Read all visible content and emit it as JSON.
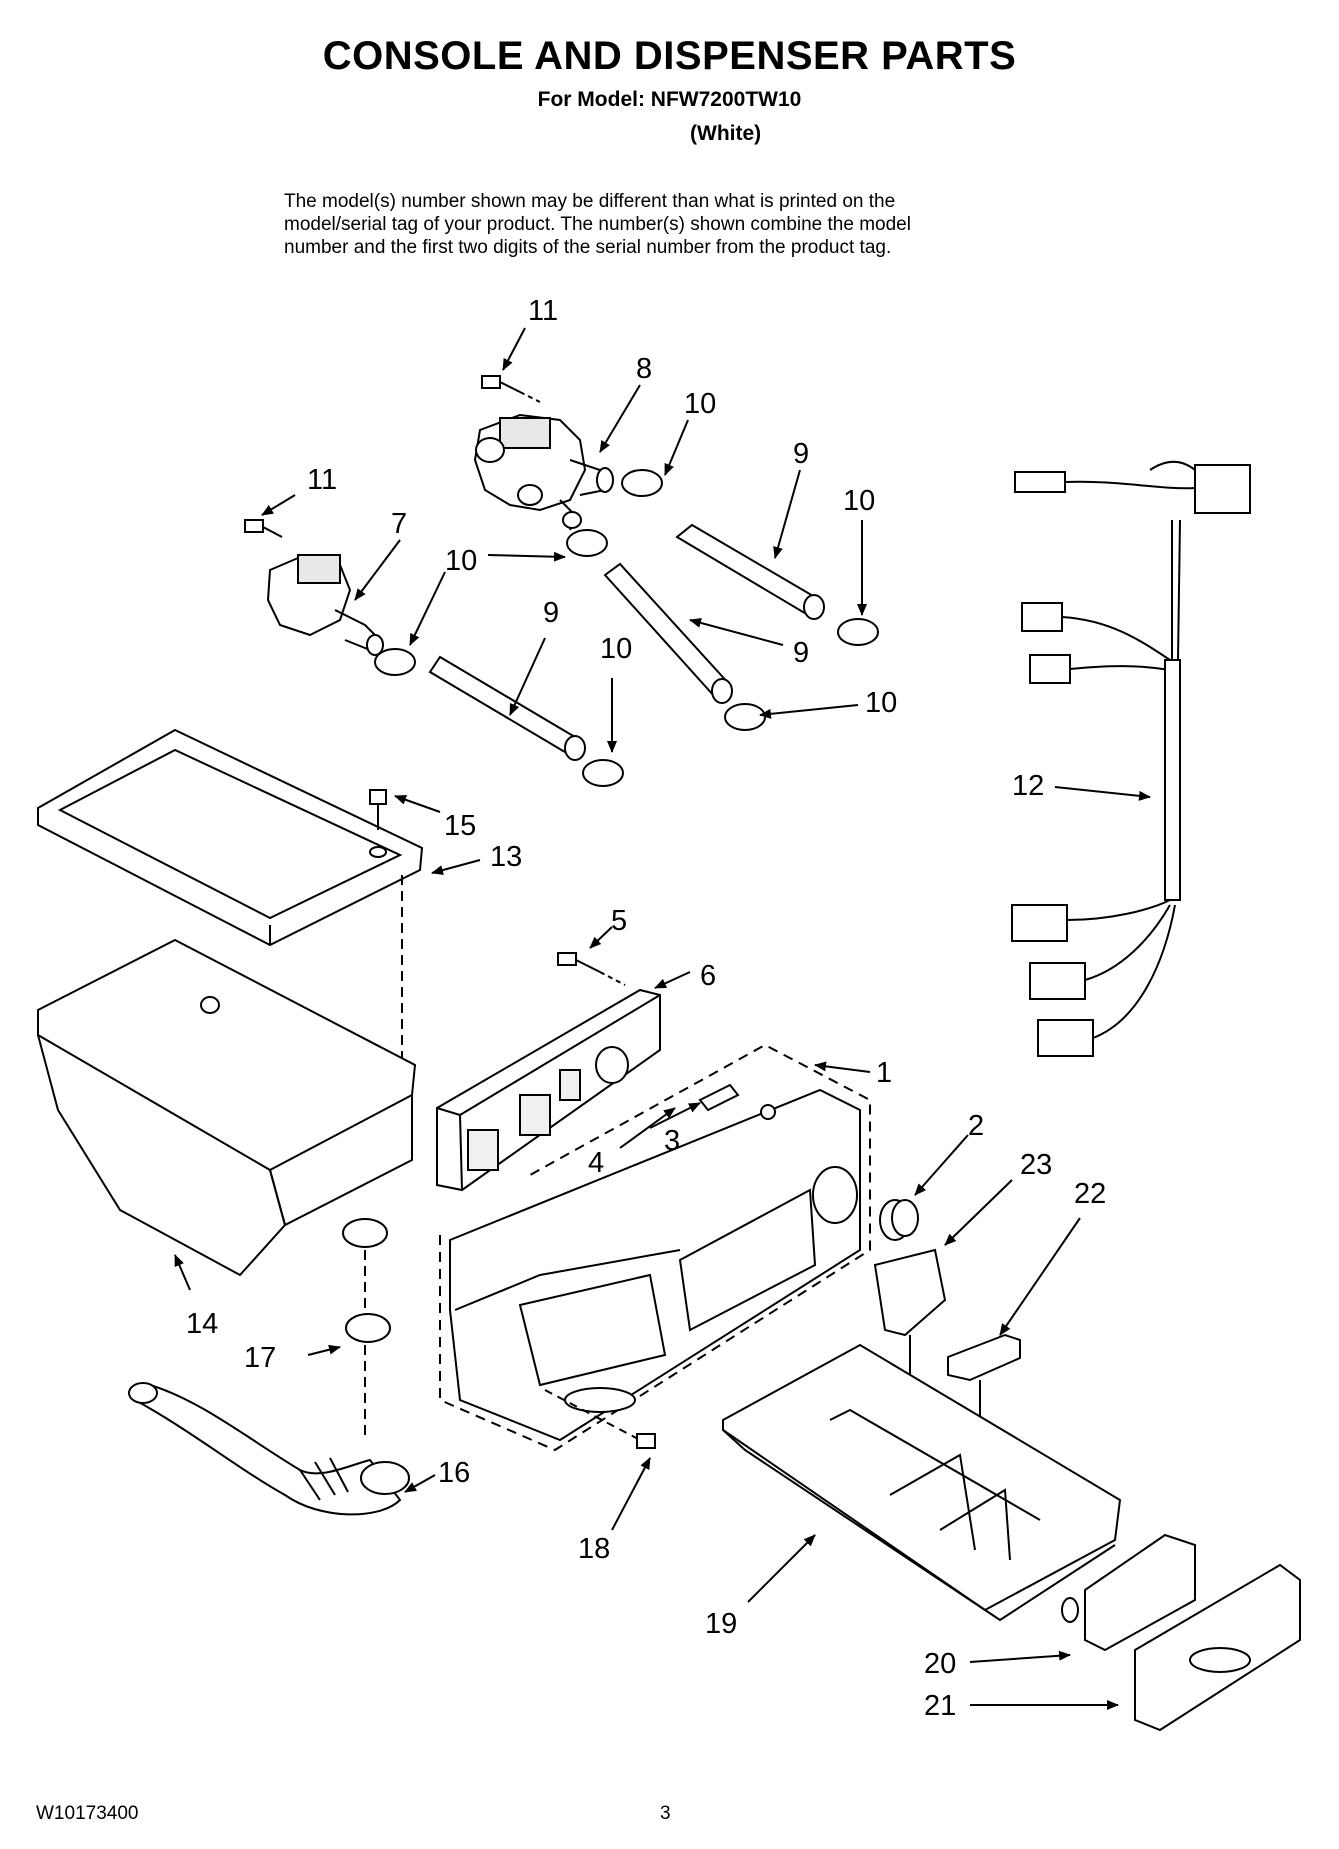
{
  "page": {
    "title": "CONSOLE AND DISPENSER PARTS",
    "model_line": "For Model: NFW7200TW10",
    "variant": "(White)",
    "note_lines": [
      "The model(s) number shown may be different than what is printed on the",
      "model/serial tag of your product. The number(s) shown combine the model",
      "number and the first two digits of the serial number from the product tag."
    ],
    "document_number": "W10173400",
    "page_number": "3"
  },
  "callouts": [
    {
      "id": "c11a",
      "text": "11"
    },
    {
      "id": "c8",
      "text": "8"
    },
    {
      "id": "c10a",
      "text": "10"
    },
    {
      "id": "c9a",
      "text": "9"
    },
    {
      "id": "c10b",
      "text": "10"
    },
    {
      "id": "c11b",
      "text": "11"
    },
    {
      "id": "c7",
      "text": "7"
    },
    {
      "id": "c10c",
      "text": "10"
    },
    {
      "id": "c9b",
      "text": "9"
    },
    {
      "id": "c10d",
      "text": "10"
    },
    {
      "id": "c9c",
      "text": "9"
    },
    {
      "id": "c10e",
      "text": "10"
    },
    {
      "id": "c12",
      "text": "12"
    },
    {
      "id": "c15",
      "text": "15"
    },
    {
      "id": "c13",
      "text": "13"
    },
    {
      "id": "c5",
      "text": "5"
    },
    {
      "id": "c6",
      "text": "6"
    },
    {
      "id": "c1",
      "text": "1"
    },
    {
      "id": "c3",
      "text": "3"
    },
    {
      "id": "c4",
      "text": "4"
    },
    {
      "id": "c2",
      "text": "2"
    },
    {
      "id": "c23",
      "text": "23"
    },
    {
      "id": "c22",
      "text": "22"
    },
    {
      "id": "c14",
      "text": "14"
    },
    {
      "id": "c17",
      "text": "17"
    },
    {
      "id": "c16",
      "text": "16"
    },
    {
      "id": "c18",
      "text": "18"
    },
    {
      "id": "c19",
      "text": "19"
    },
    {
      "id": "c20",
      "text": "20"
    },
    {
      "id": "c21",
      "text": "21"
    }
  ]
}
